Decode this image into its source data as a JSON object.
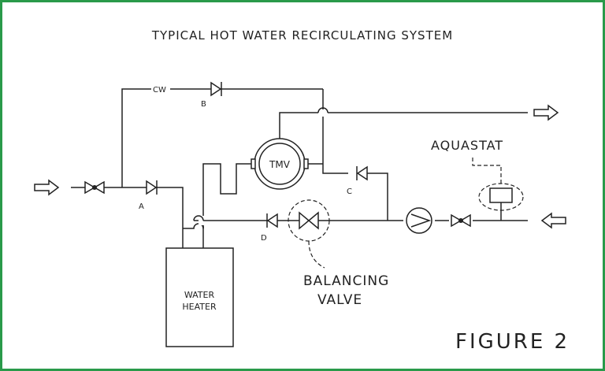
{
  "diagram": {
    "title": "TYPICAL HOT WATER RECIRCULATING SYSTEM",
    "figure_label": "FIGURE 2",
    "colors": {
      "border": "#2a9a4a",
      "line": "#222222"
    },
    "labels": {
      "cw": "CW",
      "valve_a": "A",
      "valve_b": "B",
      "valve_c": "C",
      "valve_d": "D",
      "tmv": "TMV",
      "aquastat": "AQUASTAT",
      "balancing_line1": "BALANCING",
      "balancing_line2": "VALVE",
      "heater_line1": "WATER",
      "heater_line2": "HEATER"
    }
  }
}
